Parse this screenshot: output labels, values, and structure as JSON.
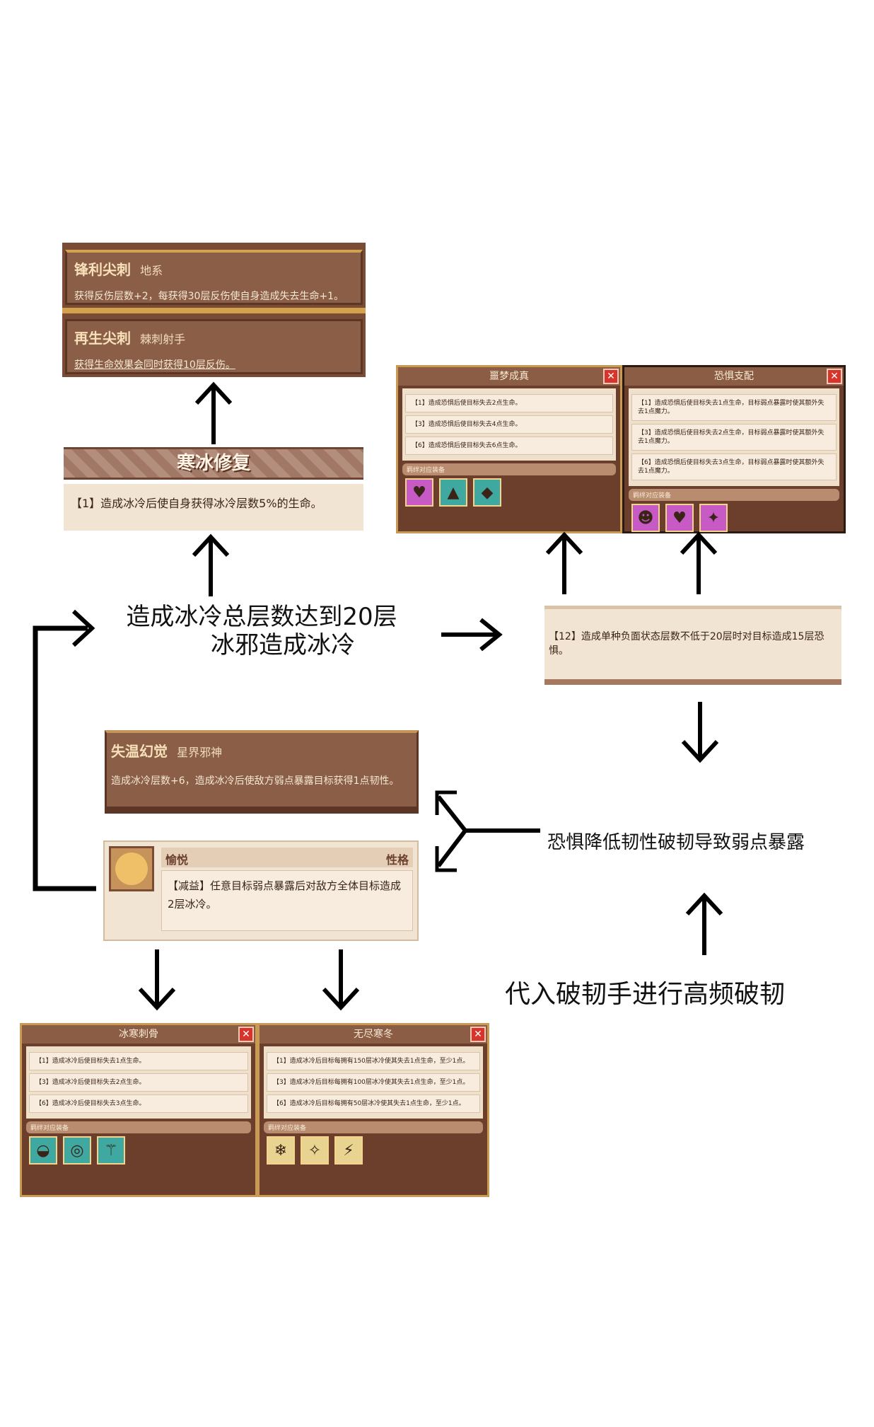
{
  "skills_top": [
    {
      "name": "锋利尖刺",
      "tag": "地系",
      "desc": "获得反伤层数+2，每获得30层反伤使自身造成失去生命+1。"
    },
    {
      "name": "再生尖刺",
      "tag": "棘刺射手",
      "desc": "获得生命效果会同时获得10层反伤。"
    }
  ],
  "hanbing": {
    "title": "寒冰修复",
    "desc": "【1】造成冰冷后使自身获得冰冷层数5%的生命。"
  },
  "center_text": {
    "line1": "造成冰冷总层数达到20层",
    "line2": "冰邪造成冰冷"
  },
  "nightmare": {
    "title": "噩梦成真",
    "lines": [
      "【1】造成恐惧后使目标失去2点生命。",
      "【3】造成恐惧后使目标失去4点生命。",
      "【6】造成恐惧后使目标失去6点生命。"
    ],
    "label": "羁绊对应装备"
  },
  "fear_control": {
    "title": "恐惧支配",
    "lines": [
      "【1】造成恐惧后使目标失去1点生命，目标弱点暴露时使其额外失去1点魔力。",
      "【3】造成恐惧后使目标失去2点生命，目标弱点暴露时使其额外失去1点魔力。",
      "【6】造成恐惧后使目标失去3点生命，目标弱点暴露时使其额外失去1点魔力。"
    ],
    "label": "羁绊对应装备"
  },
  "fear12": {
    "desc": "【12】造成单种负面状态层数不低于20层时对目标造成15层恐惧。"
  },
  "shiwen": {
    "name": "失温幻觉",
    "tag": "星界邪神",
    "desc": "造成冰冷层数+6，造成冰冷后使敌方弱点暴露目标获得1点韧性。"
  },
  "yuyue": {
    "name": "愉悦",
    "type": "性格",
    "desc": "【减益】任意目标弱点暴露后对敌方全体目标造成2层冰冷。"
  },
  "fear_text": "恐惧降低韧性破韧导致弱点暴露",
  "breaker_text": "代入破韧手进行高频破韧",
  "ice_bone": {
    "title": "冰寒刺骨",
    "lines": [
      "【1】造成冰冷后使目标失去1点生命。",
      "【3】造成冰冷后使目标失去2点生命。",
      "【6】造成冰冷后使目标失去3点生命。"
    ],
    "label": "羁绊对应装备"
  },
  "endless_winter": {
    "title": "无尽寒冬",
    "lines": [
      "【1】造成冰冷后目标每拥有150层冰冷使其失去1点生命，至少1点。",
      "【3】造成冰冷后目标每拥有100层冰冷使其失去1点生命，至少1点。",
      "【6】造成冰冷后目标每拥有50层冰冷使其失去1点生命，至少1点。"
    ],
    "label": "羁绊对应装备"
  },
  "close_glyph": "✕",
  "icons": {
    "nightmare": [
      "heart-icon",
      "bat-icon",
      "hood-icon"
    ],
    "fear": [
      "face-icon",
      "heart-icon",
      "gem-icon"
    ],
    "ice": [
      "helmet-icon",
      "amulet-icon",
      "staff-icon"
    ],
    "winter": [
      "crystal-icon",
      "crystal-cluster-icon",
      "wand-icon"
    ]
  }
}
